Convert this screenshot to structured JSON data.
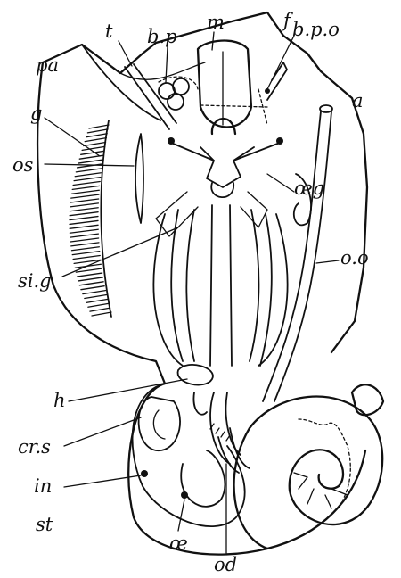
{
  "figure": {
    "ink_color": "#111111",
    "paper_color": "#ffffff",
    "labels": [
      {
        "id": "m",
        "text": "m"
      },
      {
        "id": "f",
        "text": "f"
      },
      {
        "id": "bp",
        "text": "b.p"
      },
      {
        "id": "bpo",
        "text": "b.p.o"
      },
      {
        "id": "t",
        "text": "t"
      },
      {
        "id": "pa",
        "text": "pa"
      },
      {
        "id": "a",
        "text": "a"
      },
      {
        "id": "g",
        "text": "g"
      },
      {
        "id": "os",
        "text": "os"
      },
      {
        "id": "oeg",
        "text": "œg"
      },
      {
        "id": "oo",
        "text": "o.o"
      },
      {
        "id": "sig",
        "text": "si.g"
      },
      {
        "id": "h",
        "text": "h"
      },
      {
        "id": "crs",
        "text": "cr.s"
      },
      {
        "id": "in",
        "text": "in"
      },
      {
        "id": "st",
        "text": "st"
      },
      {
        "id": "oe",
        "text": "œ"
      },
      {
        "id": "od",
        "text": "od"
      }
    ]
  }
}
